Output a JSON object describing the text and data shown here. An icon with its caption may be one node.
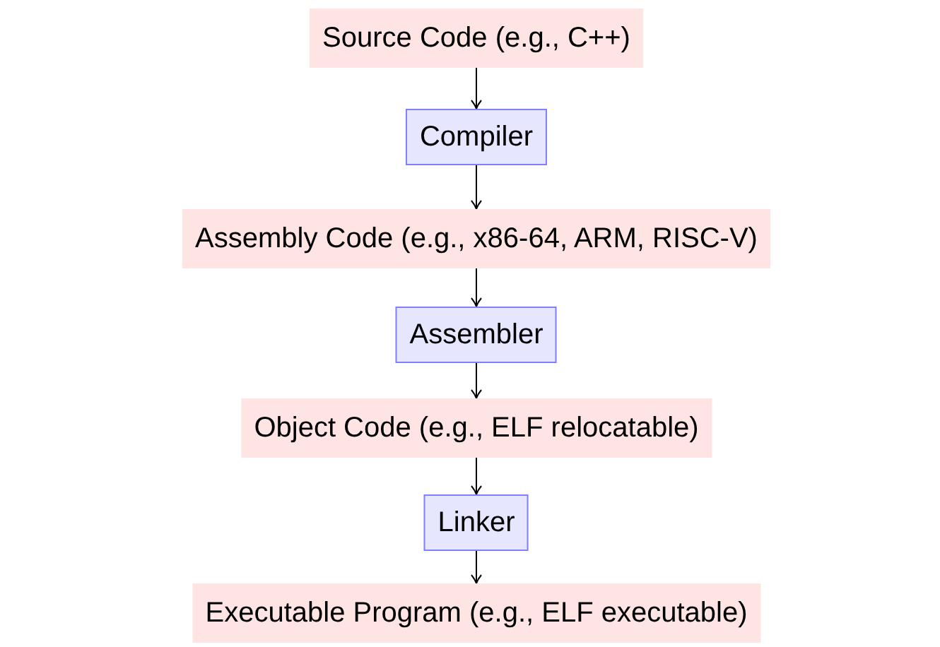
{
  "diagram": {
    "nodes": [
      {
        "text": [
          "Source Code (e.g., C++)"
        ]
      },
      {
        "text": [
          "Compiler"
        ]
      },
      {
        "text": [
          "Assembly Code (e.g., x86-64, ARM, RISC-V)"
        ]
      },
      {
        "text": [
          "Assembler"
        ]
      },
      {
        "text": [
          "Object Code (e.g., ELF relocatable)"
        ]
      },
      {
        "text": [
          "Linker"
        ]
      },
      {
        "text": [
          "Executable Program (e.g., ELF executable)"
        ]
      }
    ],
    "edges": [
      {
        "from": 0,
        "to": 1,
        "arrow": "to"
      },
      {
        "from": 1,
        "to": 2,
        "arrow": "to"
      },
      {
        "from": 2,
        "to": 3,
        "arrow": "to"
      },
      {
        "from": 3,
        "to": 4,
        "arrow": "to"
      },
      {
        "from": 4,
        "to": 5,
        "arrow": "to"
      },
      {
        "from": 5,
        "to": 6,
        "arrow": "to"
      }
    ]
  }
}
